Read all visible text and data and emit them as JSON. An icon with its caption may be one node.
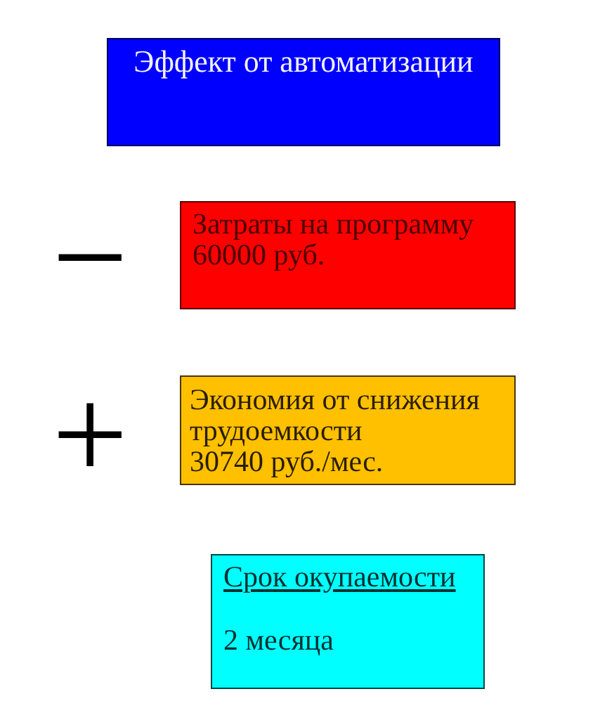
{
  "diagram": {
    "nodes": [
      {
        "text": [
          "Эффект от автоматизации"
        ]
      },
      {
        "text": [
          "Затраты на программу",
          "60000 руб."
        ],
        "beside": [
          "−"
        ]
      },
      {
        "text": [
          "Экономия от снижения трудоемкости",
          "30740 руб./мес."
        ],
        "beside": [
          "+"
        ]
      },
      {
        "text": [
          "Срок окупаемости",
          "2 месяца"
        ]
      }
    ]
  }
}
